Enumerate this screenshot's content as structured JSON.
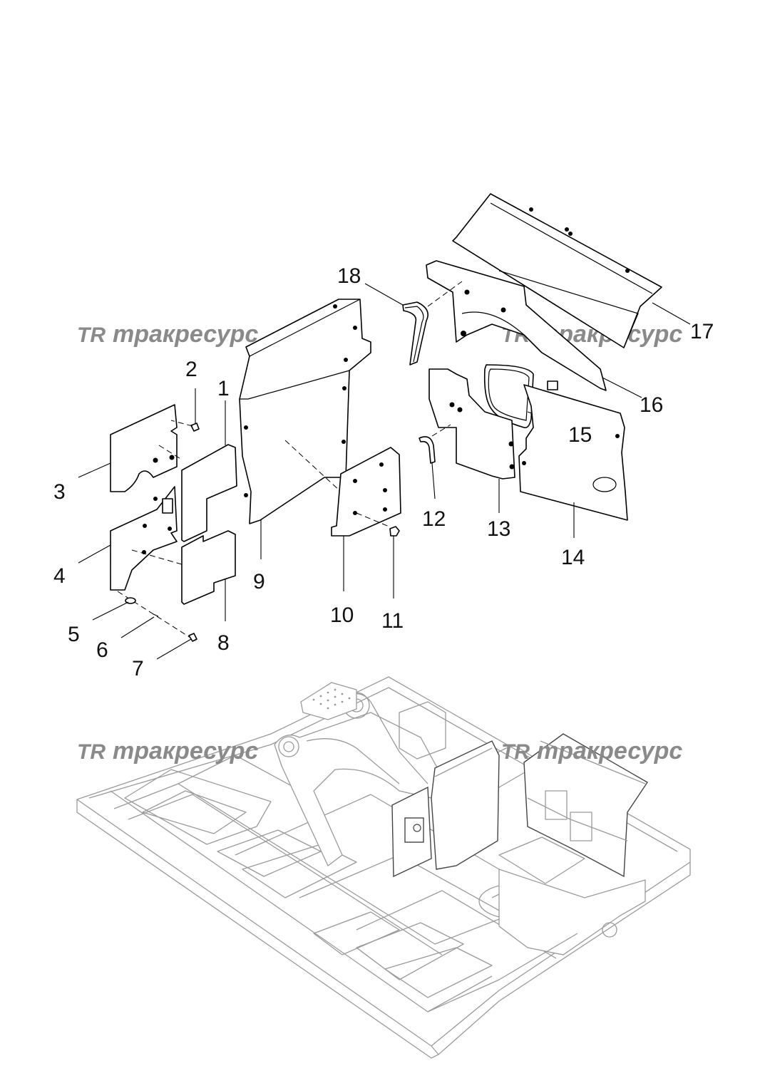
{
  "watermark": {
    "logo_mark": "TR",
    "text": "тракресурс",
    "color": "#8a8a8a"
  },
  "callouts": [
    "1",
    "2",
    "3",
    "4",
    "5",
    "6",
    "7",
    "8",
    "9",
    "10",
    "11",
    "12",
    "13",
    "14",
    "15",
    "16",
    "17",
    "18"
  ],
  "colors": {
    "line": "#000000",
    "assembly_frame": "#9a9a9a",
    "background": "#ffffff"
  }
}
